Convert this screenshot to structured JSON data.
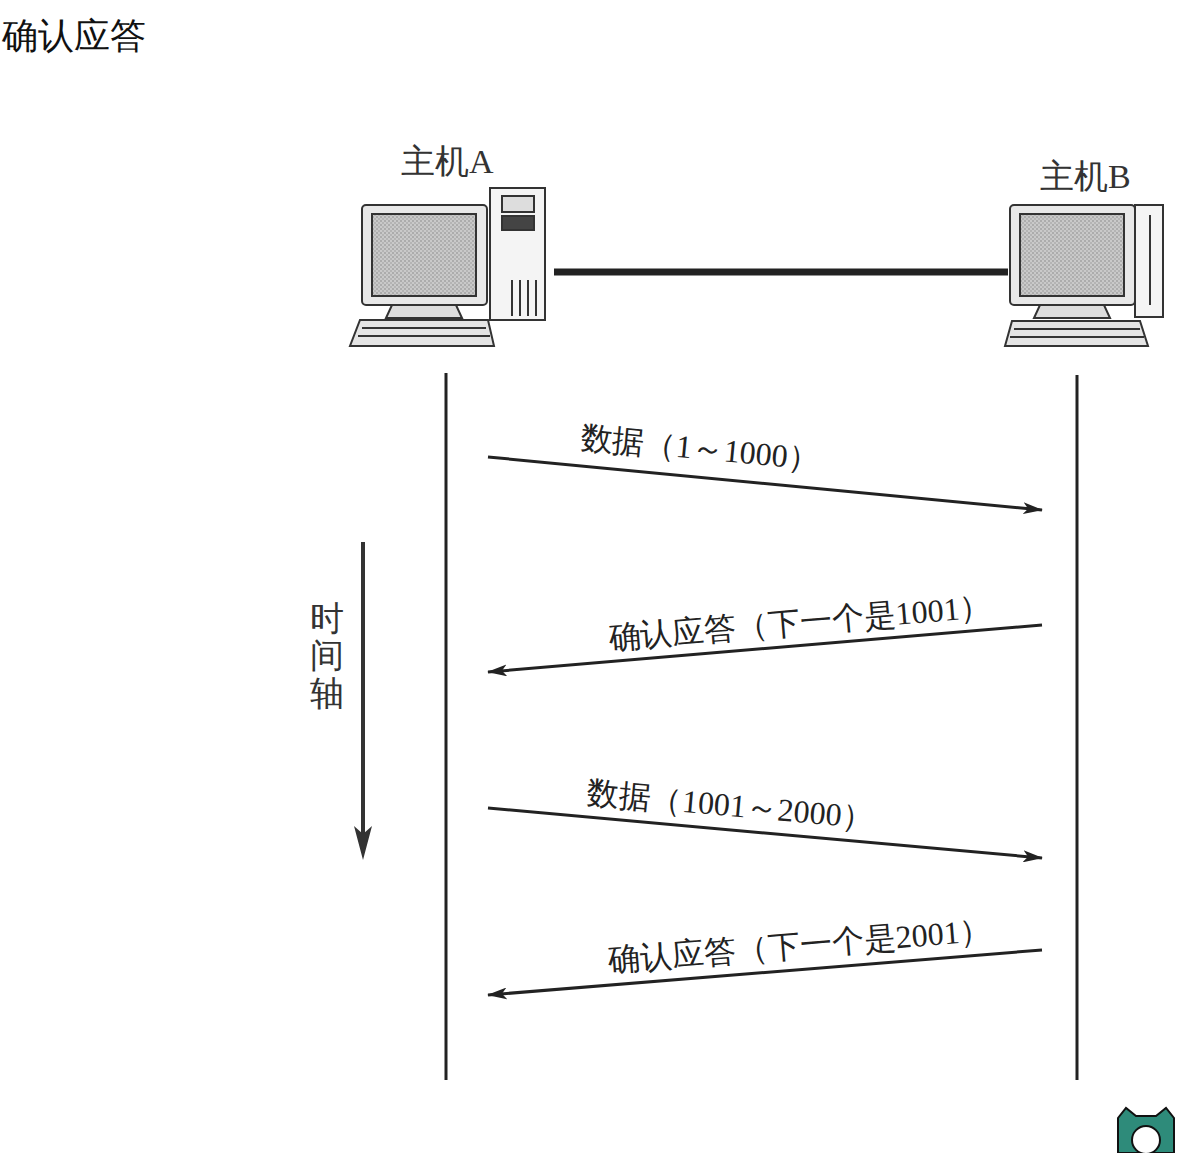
{
  "diagram": {
    "title": "确认应答",
    "nodes": [
      {
        "text": [
          "主机A"
        ]
      },
      {
        "text": [
          "主机B"
        ]
      }
    ],
    "edges": [
      {
        "from": 0,
        "to": 1,
        "arrow": "none"
      },
      {
        "from": 0,
        "to": 1,
        "label": "数据（1～1000）",
        "arrow": "to"
      },
      {
        "from": 1,
        "to": 0,
        "label": "确认应答（下一个是1001）",
        "arrow": "to"
      },
      {
        "from": 0,
        "to": 1,
        "label": "数据（1001～2000）",
        "arrow": "to"
      },
      {
        "from": 1,
        "to": 0,
        "label": "确认应答（下一个是2001）",
        "arrow": "to"
      }
    ],
    "labels": [
      "时间轴"
    ]
  }
}
